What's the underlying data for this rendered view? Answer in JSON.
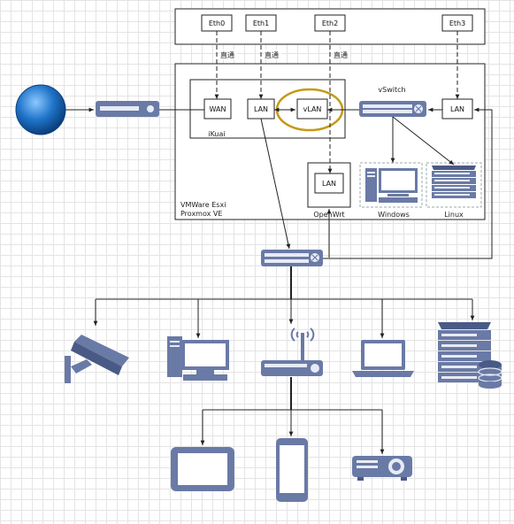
{
  "ports": {
    "eth0": "Eth0",
    "eth1": "Eth1",
    "eth2": "Eth2",
    "eth3": "Eth3"
  },
  "passthrough_label": "直通",
  "ikuai": {
    "label": "iKuai",
    "wan": "WAN",
    "lan": "LAN",
    "vlan": "vLAN"
  },
  "vswitch": {
    "label": "vSwitch",
    "lan": "LAN"
  },
  "host": {
    "line1": "VMWare Esxi",
    "line2": "Proxmox VE"
  },
  "openwrt": {
    "label": "OpenWrt",
    "lan": "LAN"
  },
  "vms": {
    "windows": "Windows",
    "linux": "Linux"
  },
  "colors": {
    "icon_fill": "#6a7aa6",
    "icon_dark": "#4a5a86",
    "highlight_circle": "#c49a16",
    "globe": "#1f74c9"
  }
}
